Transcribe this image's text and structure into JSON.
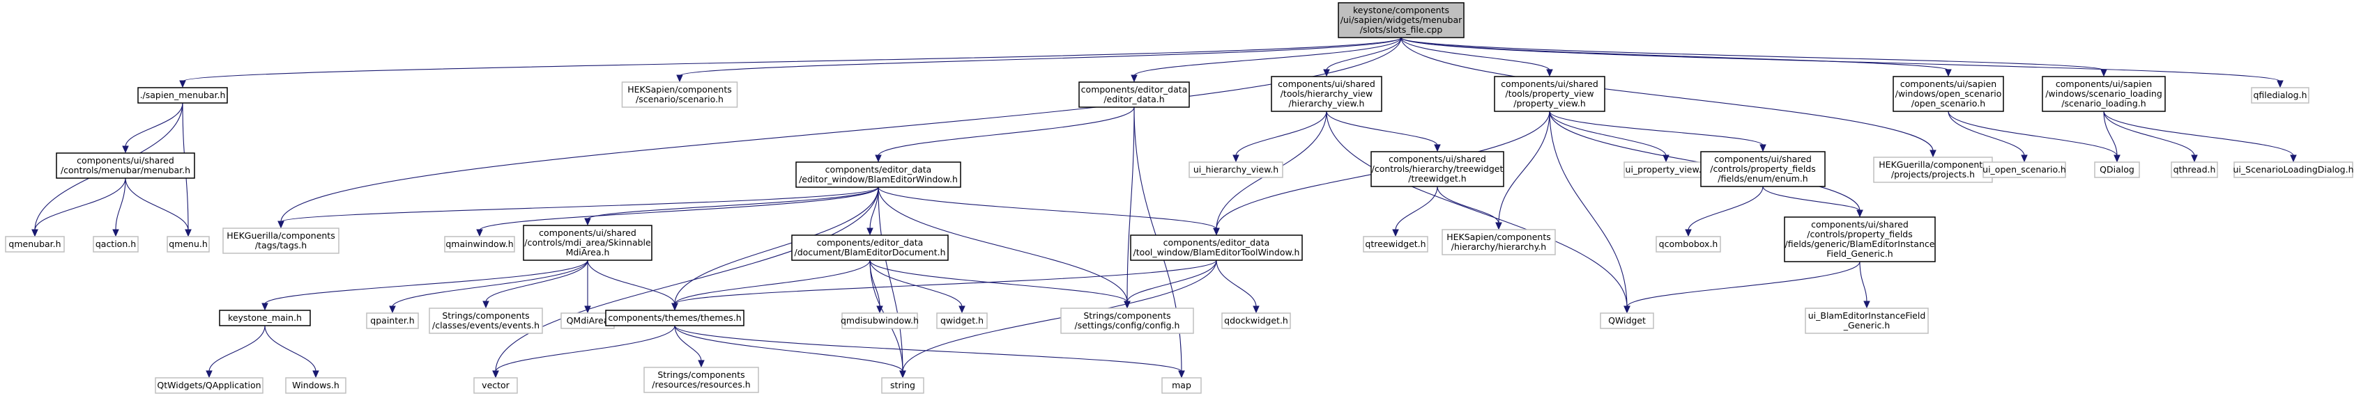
{
  "diagram": {
    "type": "include-dependency-graph",
    "colors": {
      "edge": "#191970",
      "root_fill": "#bfbfbf",
      "documented_border": "#000000",
      "undocumented_border": "#bfbfbf"
    },
    "nodes": [
      {
        "id": "root",
        "lines": [
          "keystone/components",
          "/ui/sapien/widgets/menubar",
          "/slots/slots_file.cpp"
        ],
        "kind": "root"
      },
      {
        "id": "sapien_menubar",
        "lines": [
          "./sapien_menubar.h"
        ],
        "kind": "doc"
      },
      {
        "id": "hek_scenario",
        "lines": [
          "HEKSapien/components",
          "/scenario/scenario.h"
        ],
        "kind": "ext"
      },
      {
        "id": "editor_data",
        "lines": [
          "components/editor_data",
          "/editor_data.h"
        ],
        "kind": "doc"
      },
      {
        "id": "hierarchy_view",
        "lines": [
          "components/ui/shared",
          "/tools/hierarchy_view",
          "/hierarchy_view.h"
        ],
        "kind": "doc"
      },
      {
        "id": "property_view",
        "lines": [
          "components/ui/shared",
          "/tools/property_view",
          "/property_view.h"
        ],
        "kind": "doc"
      },
      {
        "id": "open_scenario",
        "lines": [
          "components/ui/sapien",
          "/windows/open_scenario",
          "/open_scenario.h"
        ],
        "kind": "doc"
      },
      {
        "id": "scenario_loading",
        "lines": [
          "components/ui/sapien",
          "/windows/scenario_loading",
          "/scenario_loading.h"
        ],
        "kind": "doc"
      },
      {
        "id": "qfiledialog",
        "lines": [
          "qfiledialog.h"
        ],
        "kind": "ext"
      },
      {
        "id": "ui_menubar",
        "lines": [
          "components/ui/shared",
          "/controls/menubar/menubar.h"
        ],
        "kind": "doc"
      },
      {
        "id": "blam_window",
        "lines": [
          "components/editor_data",
          "/editor_window/BlamEditorWindow.h"
        ],
        "kind": "doc"
      },
      {
        "id": "ui_hierarchy",
        "lines": [
          "ui_hierarchy_view.h"
        ],
        "kind": "ext"
      },
      {
        "id": "treewidget",
        "lines": [
          "components/ui/shared",
          "/controls/hierarchy/treewidget",
          "/treewidget.h"
        ],
        "kind": "doc"
      },
      {
        "id": "ui_property",
        "lines": [
          "ui_property_view.h"
        ],
        "kind": "ext"
      },
      {
        "id": "enum_h",
        "lines": [
          "components/ui/shared",
          "/controls/property_fields",
          "/fields/enum/enum.h"
        ],
        "kind": "doc"
      },
      {
        "id": "hek_projects",
        "lines": [
          "HEKGuerilla/components",
          "/projects/projects.h"
        ],
        "kind": "ext"
      },
      {
        "id": "ui_open_scenario",
        "lines": [
          "ui_open_scenario.h"
        ],
        "kind": "ext"
      },
      {
        "id": "qdialog",
        "lines": [
          "QDialog"
        ],
        "kind": "ext"
      },
      {
        "id": "qthread",
        "lines": [
          "qthread.h"
        ],
        "kind": "ext"
      },
      {
        "id": "ui_scenario_loading",
        "lines": [
          "ui_ScenarioLoadingDialog.h"
        ],
        "kind": "ext"
      },
      {
        "id": "qmenubar",
        "lines": [
          "qmenubar.h"
        ],
        "kind": "ext"
      },
      {
        "id": "qaction",
        "lines": [
          "qaction.h"
        ],
        "kind": "ext"
      },
      {
        "id": "qmenu",
        "lines": [
          "qmenu.h"
        ],
        "kind": "ext"
      },
      {
        "id": "hek_tags",
        "lines": [
          "HEKGuerilla/components",
          "/tags/tags.h"
        ],
        "kind": "ext"
      },
      {
        "id": "qmainwindow",
        "lines": [
          "qmainwindow.h"
        ],
        "kind": "ext"
      },
      {
        "id": "mdi_area",
        "lines": [
          "components/ui/shared",
          "/controls/mdi_area/Skinnable",
          "MdiArea.h"
        ],
        "kind": "doc"
      },
      {
        "id": "blam_document",
        "lines": [
          "components/editor_data",
          "/document/BlamEditorDocument.h"
        ],
        "kind": "doc"
      },
      {
        "id": "tool_window",
        "lines": [
          "components/editor_data",
          "/tool_window/BlamEditorToolWindow.h"
        ],
        "kind": "doc"
      },
      {
        "id": "qtreewidget",
        "lines": [
          "qtreewidget.h"
        ],
        "kind": "ext"
      },
      {
        "id": "hek_hierarchy",
        "lines": [
          "HEKSapien/components",
          "/hierarchy/hierarchy.h"
        ],
        "kind": "ext"
      },
      {
        "id": "qcombobox",
        "lines": [
          "qcombobox.h"
        ],
        "kind": "ext"
      },
      {
        "id": "instance_field",
        "lines": [
          "components/ui/shared",
          "/controls/property_fields",
          "/fields/generic/BlamEditorInstance",
          "Field_Generic.h"
        ],
        "kind": "doc"
      },
      {
        "id": "keystone_main",
        "lines": [
          "keystone_main.h"
        ],
        "kind": "doc"
      },
      {
        "id": "qpainter",
        "lines": [
          "qpainter.h"
        ],
        "kind": "ext"
      },
      {
        "id": "events_h",
        "lines": [
          "Strings/components",
          "/classes/events/events.h"
        ],
        "kind": "ext"
      },
      {
        "id": "qmdiarea",
        "lines": [
          "QMdiArea"
        ],
        "kind": "ext"
      },
      {
        "id": "themes_h",
        "lines": [
          "components/themes/themes.h"
        ],
        "kind": "doc"
      },
      {
        "id": "qmdisubwindow",
        "lines": [
          "qmdisubwindow.h"
        ],
        "kind": "ext"
      },
      {
        "id": "qwidget_h",
        "lines": [
          "qwidget.h"
        ],
        "kind": "ext"
      },
      {
        "id": "config_h",
        "lines": [
          "Strings/components",
          "/settings/config/config.h"
        ],
        "kind": "ext"
      },
      {
        "id": "qdockwidget",
        "lines": [
          "qdockwidget.h"
        ],
        "kind": "ext"
      },
      {
        "id": "QWidget",
        "lines": [
          "QWidget"
        ],
        "kind": "ext"
      },
      {
        "id": "ui_instance_field",
        "lines": [
          "ui_BlamEditorInstanceField",
          "_Generic.h"
        ],
        "kind": "ext"
      },
      {
        "id": "qapplication",
        "lines": [
          "QtWidgets/QApplication"
        ],
        "kind": "ext"
      },
      {
        "id": "windows_h",
        "lines": [
          "Windows.h"
        ],
        "kind": "ext"
      },
      {
        "id": "vector",
        "lines": [
          "vector"
        ],
        "kind": "ext"
      },
      {
        "id": "resources_h",
        "lines": [
          "Strings/components",
          "/resources/resources.h"
        ],
        "kind": "ext"
      },
      {
        "id": "string",
        "lines": [
          "string"
        ],
        "kind": "ext"
      },
      {
        "id": "map",
        "lines": [
          "map"
        ],
        "kind": "ext"
      }
    ],
    "edges": [
      [
        "root",
        "sapien_menubar"
      ],
      [
        "root",
        "hek_scenario"
      ],
      [
        "root",
        "editor_data"
      ],
      [
        "root",
        "hierarchy_view"
      ],
      [
        "root",
        "property_view"
      ],
      [
        "root",
        "open_scenario"
      ],
      [
        "root",
        "scenario_loading"
      ],
      [
        "root",
        "qfiledialog"
      ],
      [
        "root",
        "hek_tags"
      ],
      [
        "root",
        "hek_projects"
      ],
      [
        "sapien_menubar",
        "ui_menubar"
      ],
      [
        "sapien_menubar",
        "qmenubar"
      ],
      [
        "sapien_menubar",
        "qmenu"
      ],
      [
        "ui_menubar",
        "qmenubar"
      ],
      [
        "ui_menubar",
        "qaction"
      ],
      [
        "ui_menubar",
        "qmenu"
      ],
      [
        "editor_data",
        "blam_window"
      ],
      [
        "editor_data",
        "config_h"
      ],
      [
        "editor_data",
        "map"
      ],
      [
        "hierarchy_view",
        "ui_hierarchy"
      ],
      [
        "hierarchy_view",
        "treewidget"
      ],
      [
        "hierarchy_view",
        "tool_window"
      ],
      [
        "hierarchy_view",
        "QWidget"
      ],
      [
        "property_view",
        "ui_property"
      ],
      [
        "property_view",
        "enum_h"
      ],
      [
        "property_view",
        "instance_field"
      ],
      [
        "property_view",
        "QWidget"
      ],
      [
        "property_view",
        "hek_hierarchy"
      ],
      [
        "property_view",
        "tool_window"
      ],
      [
        "open_scenario",
        "ui_open_scenario"
      ],
      [
        "open_scenario",
        "qdialog"
      ],
      [
        "scenario_loading",
        "qdialog"
      ],
      [
        "scenario_loading",
        "qthread"
      ],
      [
        "scenario_loading",
        "ui_scenario_loading"
      ],
      [
        "blam_window",
        "hek_tags"
      ],
      [
        "blam_window",
        "qmainwindow"
      ],
      [
        "blam_window",
        "mdi_area"
      ],
      [
        "blam_window",
        "blam_document"
      ],
      [
        "blam_window",
        "tool_window"
      ],
      [
        "blam_window",
        "themes_h"
      ],
      [
        "blam_window",
        "config_h"
      ],
      [
        "blam_window",
        "vector"
      ],
      [
        "blam_window",
        "string"
      ],
      [
        "treewidget",
        "qtreewidget"
      ],
      [
        "treewidget",
        "hek_hierarchy"
      ],
      [
        "enum_h",
        "qcombobox"
      ],
      [
        "enum_h",
        "instance_field"
      ],
      [
        "instance_field",
        "QWidget"
      ],
      [
        "instance_field",
        "ui_instance_field"
      ],
      [
        "mdi_area",
        "keystone_main"
      ],
      [
        "mdi_area",
        "qpainter"
      ],
      [
        "mdi_area",
        "events_h"
      ],
      [
        "mdi_area",
        "qmdiarea"
      ],
      [
        "mdi_area",
        "themes_h"
      ],
      [
        "blam_document",
        "themes_h"
      ],
      [
        "blam_document",
        "qmdisubwindow"
      ],
      [
        "blam_document",
        "qwidget_h"
      ],
      [
        "blam_document",
        "config_h"
      ],
      [
        "blam_document",
        "string"
      ],
      [
        "tool_window",
        "themes_h"
      ],
      [
        "tool_window",
        "qdockwidget"
      ],
      [
        "tool_window",
        "config_h"
      ],
      [
        "tool_window",
        "string"
      ],
      [
        "keystone_main",
        "qapplication"
      ],
      [
        "keystone_main",
        "windows_h"
      ],
      [
        "themes_h",
        "vector"
      ],
      [
        "themes_h",
        "resources_h"
      ],
      [
        "themes_h",
        "string"
      ],
      [
        "themes_h",
        "map"
      ]
    ]
  }
}
